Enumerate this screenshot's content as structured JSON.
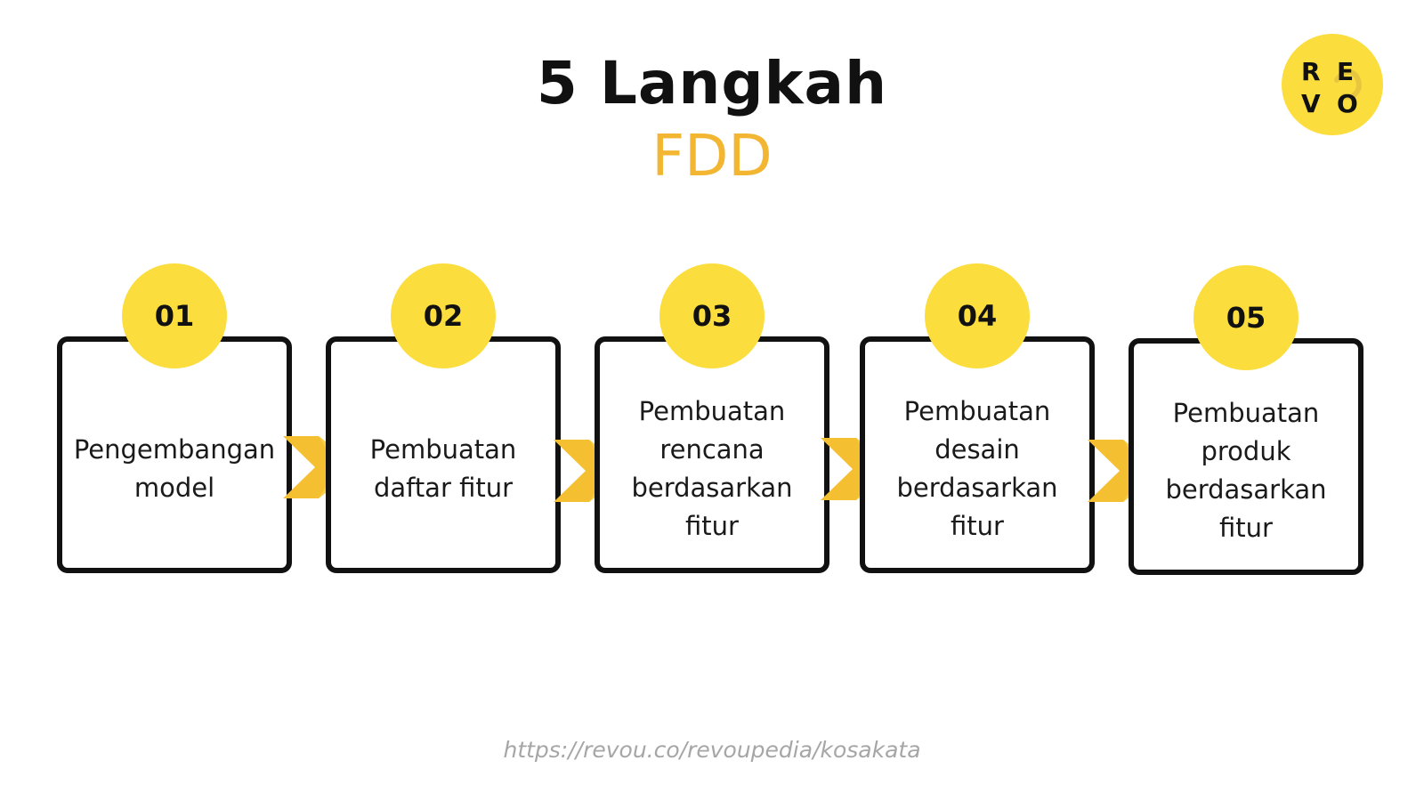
{
  "title": "5 Langkah",
  "subtitle": "FDD",
  "logo": {
    "letters": [
      "R",
      "E",
      "V",
      "O"
    ]
  },
  "steps": [
    {
      "number": "01",
      "label": "Pengembangan\nmodel"
    },
    {
      "number": "02",
      "label": "Pembuatan\ndaftar fitur"
    },
    {
      "number": "03",
      "label": "Pembuatan\nrencana\nberdasarkan\nfitur"
    },
    {
      "number": "04",
      "label": "Pembuatan\ndesain\nberdasarkan\nfitur"
    },
    {
      "number": "05",
      "label": "Pembuatan\nproduk\nberdasarkan\nfitur"
    }
  ],
  "footer": "https://revou.co/revoupedia/kosakata",
  "colors": {
    "accent_yellow": "#fbdd3d",
    "subtitle_orange": "#f2b632",
    "chevron_yellow": "#f4c032",
    "border": "#111111"
  }
}
